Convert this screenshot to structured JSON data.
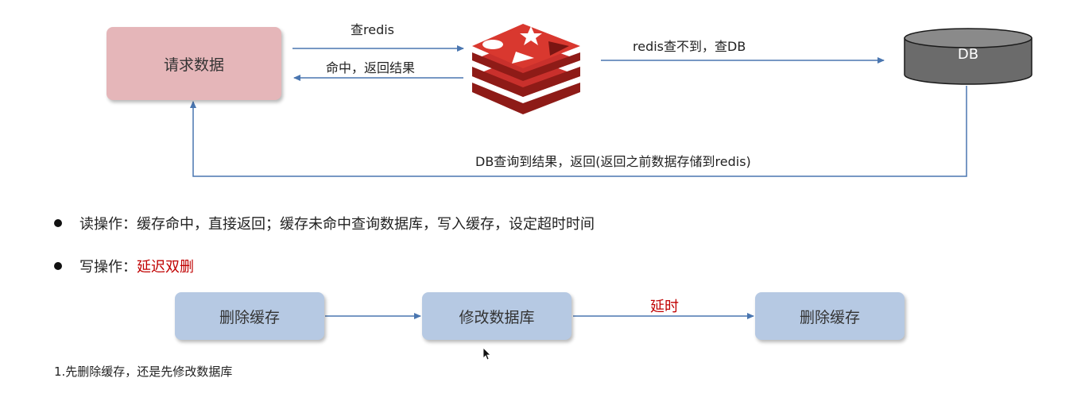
{
  "diagram": {
    "request_box": "请求数据",
    "query_redis": "查redis",
    "hit_return": "命中，返回结果",
    "redis_miss": "redis查不到，查DB",
    "db_label": "DB",
    "db_return": "DB查询到结果，返回(返回之前数据存储到redis)"
  },
  "bullets": {
    "read": "读操作：缓存命中，直接返回；缓存未命中查询数据库，写入缓存，设定超时时间",
    "write_prefix": "写操作：",
    "write_highlight": "延迟双删"
  },
  "flow": {
    "step1": "删除缓存",
    "step2": "修改数据库",
    "delay_label": "延时",
    "step3": "删除缓存"
  },
  "note": "1.先删除缓存，还是先修改数据库",
  "colors": {
    "request_box": "#e5b6b9",
    "flow_box": "#b6c9e3",
    "arrow": "#4a76b0",
    "highlight": "#c00000",
    "db": "#6b6b6b",
    "redis_red": "#c9302c"
  }
}
